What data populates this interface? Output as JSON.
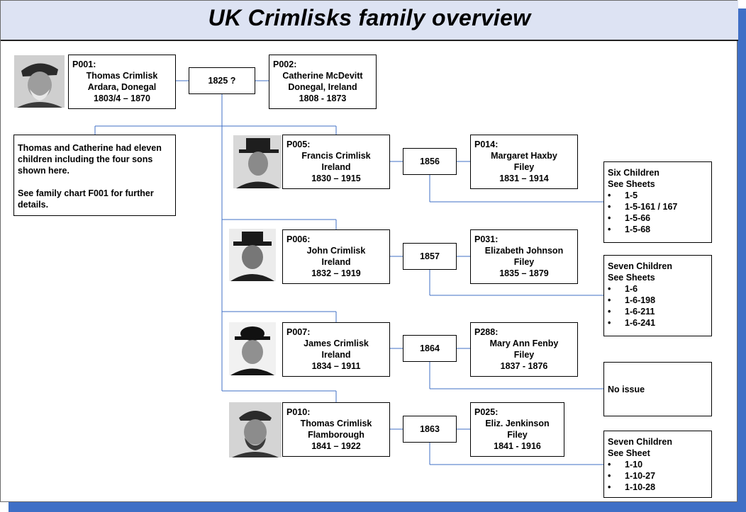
{
  "title": "UK Crimlisks family overview",
  "parents": {
    "father": {
      "id": "P001:",
      "name": "Thomas  Crimlisk",
      "place": "Ardara, Donegal",
      "dates": "1803/4 – 1870"
    },
    "marriage_year": "1825 ?",
    "mother": {
      "id": "P002:",
      "name": "Catherine McDevitt",
      "place": "Donegal, Ireland",
      "dates": "1808 - 1873"
    }
  },
  "note": {
    "line1": "Thomas and Catherine had eleven children including the four sons shown here.",
    "line2": "See family chart F001 for further details."
  },
  "sons": [
    {
      "id": "P005:",
      "name": "Francis Crimlisk",
      "place": "Ireland",
      "dates": "1830 – 1915",
      "marriage_year": "1856",
      "spouse": {
        "id": "P014:",
        "name": "Margaret Haxby",
        "place": "Filey",
        "dates": "1831 – 1914"
      },
      "children": {
        "heading1": "Six Children",
        "heading2": "See Sheets",
        "items": [
          "1-5",
          "1-5-161 / 167",
          "1-5-66",
          "1-5-68"
        ]
      }
    },
    {
      "id": "P006:",
      "name": "John Crimlisk",
      "place": "Ireland",
      "dates": "1832 – 1919",
      "marriage_year": "1857",
      "spouse": {
        "id": "P031:",
        "name": "Elizabeth Johnson",
        "place": "Filey",
        "dates": "1835 – 1879"
      },
      "children": {
        "heading1": "Seven Children",
        "heading2": "See Sheets",
        "items": [
          "1-6",
          "1-6-198",
          "1-6-211",
          "1-6-241"
        ]
      }
    },
    {
      "id": "P007:",
      "name": "James Crimlisk",
      "place": "Ireland",
      "dates": "1834 – 1911",
      "marriage_year": "1864",
      "spouse": {
        "id": "P288:",
        "name": "Mary Ann Fenby",
        "place": "Filey",
        "dates": "1837 - 1876"
      },
      "children": {
        "no_issue": "No issue"
      }
    },
    {
      "id": "P010:",
      "name": "Thomas Crimlisk",
      "place": "Flamborough",
      "dates": "1841 – 1922",
      "marriage_year": "1863",
      "spouse": {
        "id": "P025:",
        "name": "Eliz. Jenkinson",
        "place": "Filey",
        "dates": "1841 - 1916"
      },
      "children": {
        "heading1": "Seven Children",
        "heading2": "See Sheet",
        "items": [
          "1-10",
          "1-10-27",
          "1-10-28"
        ]
      }
    }
  ],
  "colors": {
    "connector": "#3f6fc6",
    "title_bar": "#dde3f3",
    "shadow": "#3f6fc6"
  }
}
